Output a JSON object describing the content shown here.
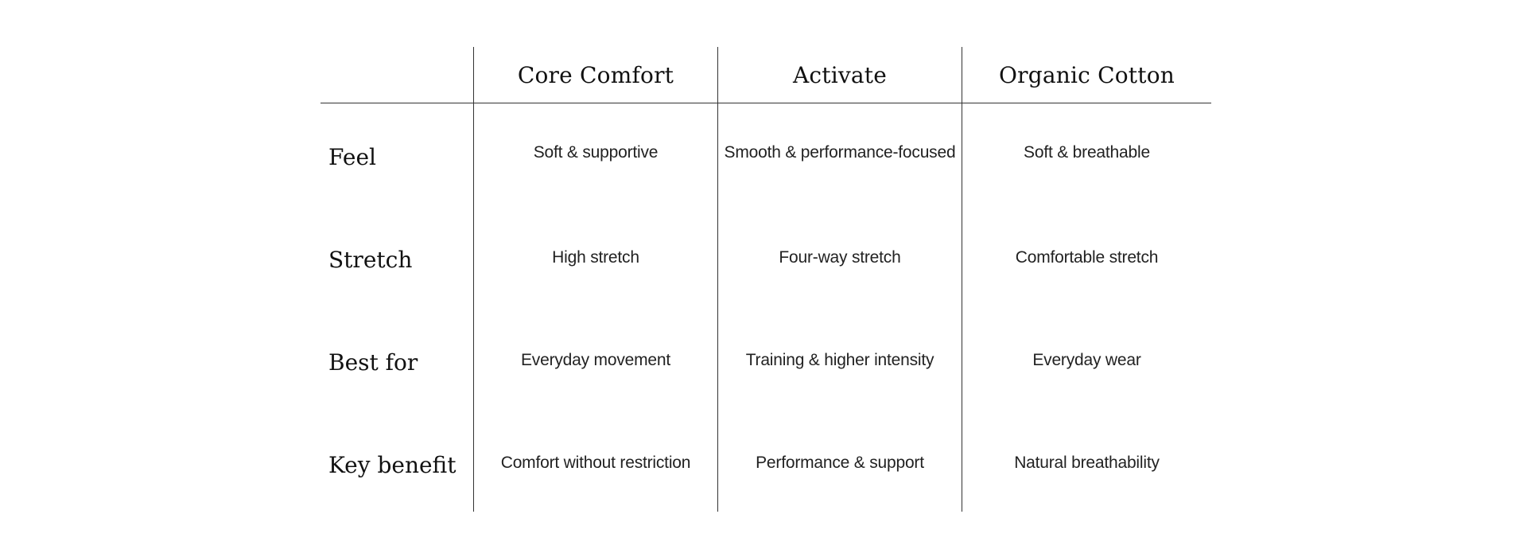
{
  "table": {
    "columns": [
      "Core Comfort",
      "Activate",
      "Organic Cotton"
    ],
    "rows": [
      {
        "label": "Feel",
        "values": [
          "Soft & supportive",
          "Smooth & performance-focused",
          "Soft & breathable"
        ]
      },
      {
        "label": "Stretch",
        "values": [
          "High stretch",
          "Four-way stretch",
          "Comfortable stretch"
        ]
      },
      {
        "label": "Best for",
        "values": [
          "Everyday movement",
          "Training & higher intensity",
          "Everyday wear"
        ]
      },
      {
        "label": "Key benefit",
        "values": [
          "Comfort without restriction",
          "Performance & support",
          "Natural breathability"
        ]
      }
    ]
  },
  "colors": {
    "text": "#111111",
    "lines": "#333333",
    "background": "#ffffff"
  }
}
